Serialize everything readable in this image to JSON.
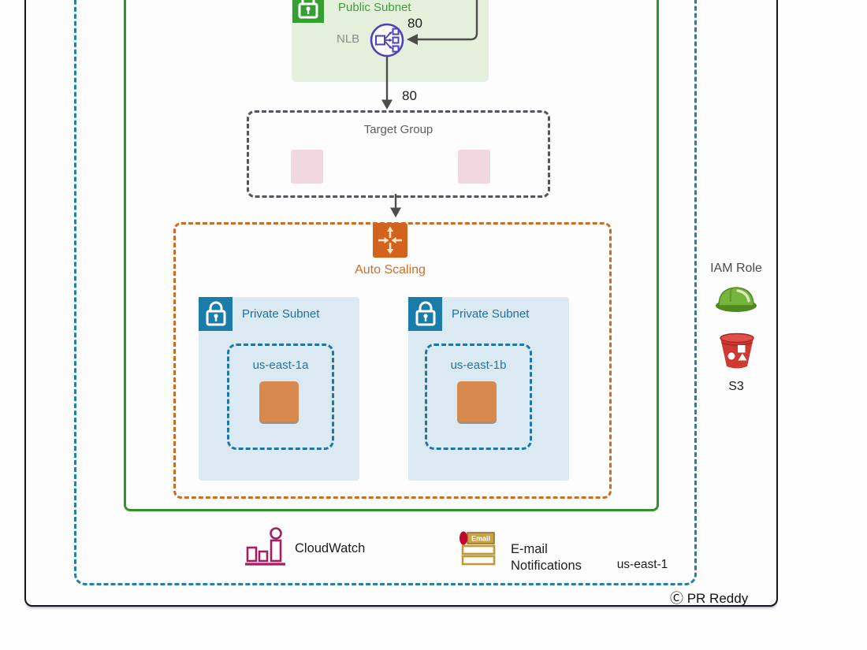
{
  "frame": {
    "copyright": "Ⓒ PR Reddy"
  },
  "region": {
    "label": "us-east-1"
  },
  "public_subnet": {
    "label": "Public Subnet",
    "nlb_label": "NLB"
  },
  "ports": {
    "ingress": "80",
    "to_target_group": "80"
  },
  "target_group": {
    "label": "Target Group"
  },
  "auto_scaling": {
    "label": "Auto Scaling"
  },
  "private_subnets": [
    {
      "label": "Private Subnet",
      "az": "us-east-1a"
    },
    {
      "label": "Private Subnet",
      "az": "us-east-1b"
    }
  ],
  "side": {
    "iam_label": "IAM Role",
    "s3_label": "S3"
  },
  "footer": {
    "cloudwatch_label": "CloudWatch",
    "email_line1": "E-mail",
    "email_line2": "Notifications",
    "email_icon_text": "Email"
  },
  "colors": {
    "region_border": "#2580A3",
    "vpc_border": "#319426",
    "public_subnet_bg": "#E4F0DC",
    "public_subnet_green": "#35A02F",
    "nlb_purple": "#4E43B5",
    "auto_scaling_orange": "#D2621C",
    "asg_border_orange": "#CE6C24",
    "private_subnet_bg": "#DBE9F3",
    "lock_blue": "#1A7CA8",
    "az_dash_blue": "#2076A3",
    "instance_orange": "#D8894E",
    "target_group_gray": "#53565C",
    "target_slot_pink": "#F1D7E0",
    "cloudwatch_pink": "#A22062",
    "email_gold": "#C8A245",
    "email_red": "#C2042C",
    "s3_red": "#CE3A31",
    "iam_hat_green": "#76B43B"
  }
}
